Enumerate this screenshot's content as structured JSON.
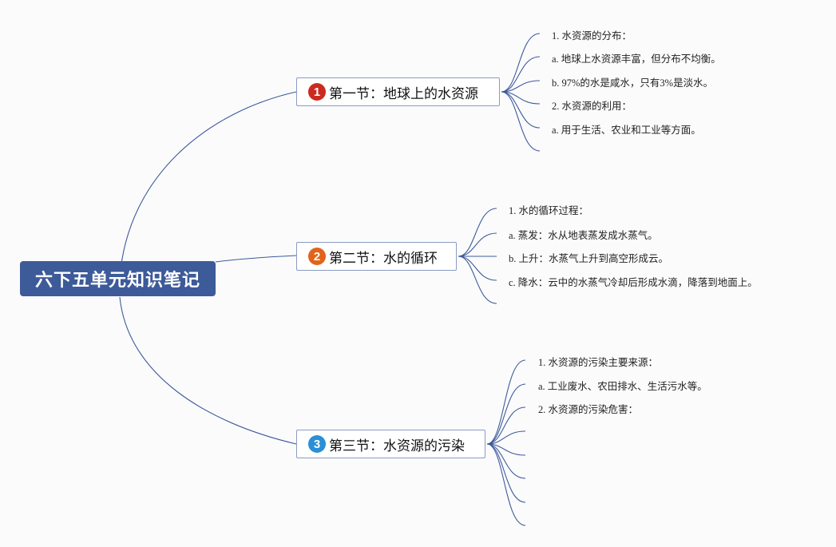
{
  "root": {
    "label": "六下五单元知识笔记"
  },
  "sections": [
    {
      "number": "1",
      "badge_color": "#cc2a1f",
      "label": "第一节：地球上的水资源",
      "items": [
        "1. 水资源的分布：",
        "a. 地球上水资源丰富，但分布不均衡。",
        "b. 97%的水是咸水，只有3%是淡水。",
        "2. 水资源的利用：",
        "a. 用于生活、农业和工业等方面。",
        ""
      ]
    },
    {
      "number": "2",
      "badge_color": "#e0641c",
      "label": "第二节：水的循环",
      "items": [
        "1. 水的循环过程：",
        "a. 蒸发：水从地表蒸发成水蒸气。",
        "b. 上升：水蒸气上升到高空形成云。",
        "c. 降水：云中的水蒸气冷却后形成水滴，降落到地面上。",
        ""
      ]
    },
    {
      "number": "3",
      "badge_color": "#2a8fd6",
      "label": "第三节：水资源的污染",
      "items": [
        "1. 水资源的污染主要来源：",
        "a. 工业废水、农田排水、生活污水等。",
        "2. 水资源的污染危害：",
        "",
        "",
        "",
        "",
        ""
      ]
    }
  ]
}
